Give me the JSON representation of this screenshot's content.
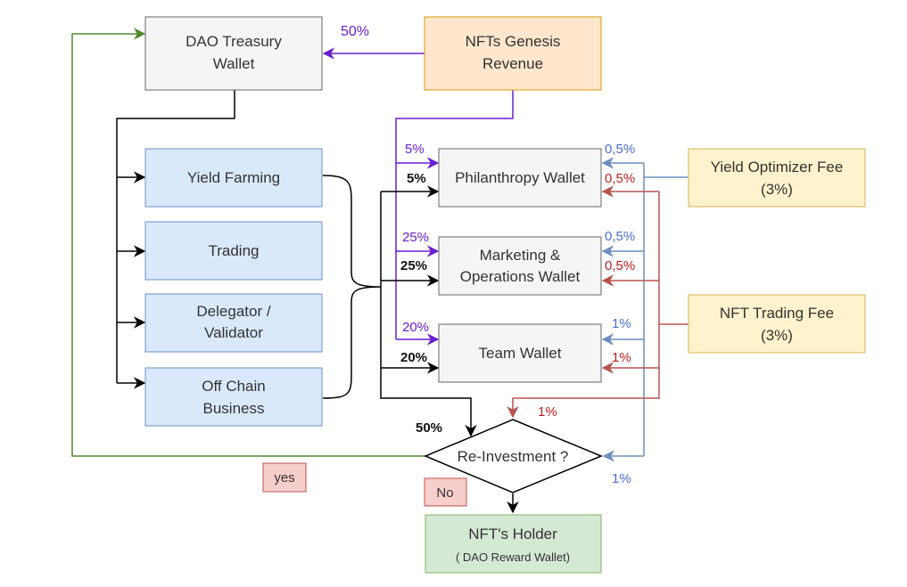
{
  "colors": {
    "gray_fill": "#f5f5f5",
    "gray_stroke": "#666666",
    "orange_fill": "#ffe6cc",
    "orange_stroke": "#d79b00",
    "blue_fill": "#dae8fc",
    "blue_stroke": "#6c8ebf",
    "yellow_fill": "#fff2cc",
    "yellow_stroke": "#d6b656",
    "green_fill": "#d5e8d4",
    "green_stroke": "#82b366",
    "red_fill": "#f8cecc",
    "red_stroke": "#b85450",
    "purple": "#6a1fd0",
    "blue_line": "#6c8ebf",
    "red_line": "#b85450",
    "green_line": "#4c8a2e"
  },
  "nodes": {
    "dao_treasury": {
      "line1": "DAO Treasury",
      "line2": "Wallet"
    },
    "nft_genesis": {
      "line1": "NFTs Genesis",
      "line2": "Revenue"
    },
    "yield_farming": {
      "label": "Yield Farming"
    },
    "trading": {
      "label": "Trading"
    },
    "delegator": {
      "line1": "Delegator /",
      "line2": "Validator"
    },
    "off_chain": {
      "line1": "Off Chain",
      "line2": "Business"
    },
    "philanthropy": {
      "label": "Philanthropy Wallet"
    },
    "marketing": {
      "line1": "Marketing &",
      "line2": "Operations Wallet"
    },
    "team": {
      "label": "Team Wallet"
    },
    "yield_optimizer": {
      "line1": "Yield Optimizer Fee",
      "line2": "(3%)"
    },
    "nft_trading": {
      "line1": "NFT Trading Fee",
      "line2": "(3%)"
    },
    "reinvestment": {
      "label": "Re-Investment ?"
    },
    "nft_holder": {
      "line1": "NFT's Holder",
      "line2": "( DAO Reward Wallet)"
    },
    "yes": {
      "label": "yes"
    },
    "no": {
      "label": "No"
    }
  },
  "labels": {
    "genesis_to_treasury": "50%",
    "genesis_to_philanthropy": "5%",
    "genesis_to_marketing": "25%",
    "genesis_to_team": "20%",
    "business_to_philanthropy": "5%",
    "business_to_marketing": "25%",
    "business_to_team": "20%",
    "business_to_reinvest": "50%",
    "yield_to_philanthropy": "0,5%",
    "yield_to_marketing": "0,5%",
    "yield_to_team": "1%",
    "yield_to_reinvest": "1%",
    "trade_to_philanthropy": "0,5%",
    "trade_to_marketing": "0,5%",
    "trade_to_team": "1%",
    "trade_to_reinvest": "1%"
  }
}
